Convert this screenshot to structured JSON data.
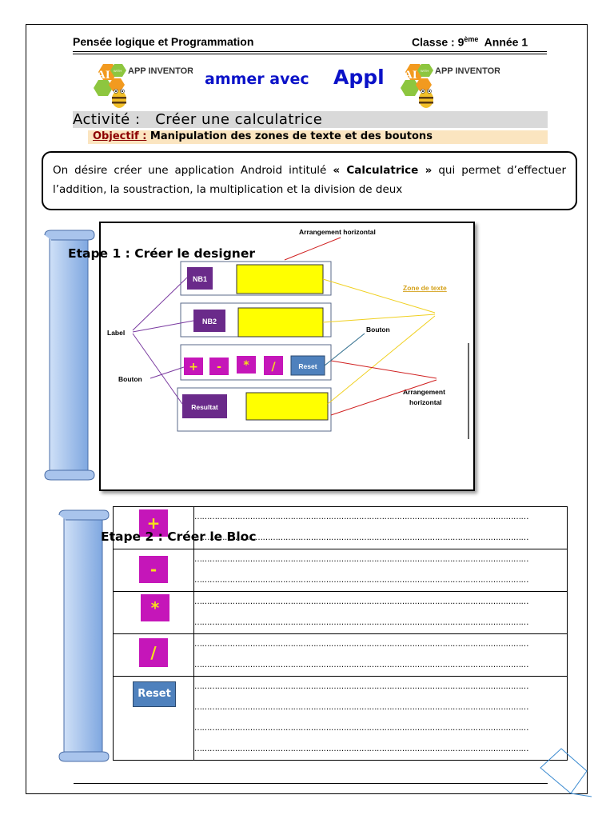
{
  "header": {
    "subject": "Pensée logique et Programmation",
    "class_prefix": "Classe : 9",
    "class_sup": "ème",
    "class_suffix": "Année  1"
  },
  "logo": {
    "ai_text": "AI",
    "with_text": "WITH",
    "brand_text": "APP INVENTOR"
  },
  "title": {
    "part1": "ammer avec",
    "part2": "Appl"
  },
  "activity": {
    "label": "Activité :",
    "name": "Créer une calculatrice"
  },
  "objective": {
    "label": "Objectif :",
    "text": "Manipulation des zones de texte et des boutons"
  },
  "description": "On désire créer une application Android intitulé « Calculatrice » qui permet d’effectuer l’addition, la soustraction, la multiplication et la division de deux",
  "description_parts": {
    "before": "On désire créer une application Android intitulé ",
    "bold": "« Calculatrice »",
    "after": " qui permet d’effectuer l’addition, la soustraction, la multiplication et la division de deux"
  },
  "step1": {
    "title": "Etape 1 : Créer le designer"
  },
  "designer": {
    "arrangement_top": "Arrangement horizontal",
    "zone_texte": "Zone de texte",
    "label": "Label",
    "bouton_left": "Bouton",
    "bouton_right": "Bouton",
    "arrangement_bottom_1": "Arrangement",
    "arrangement_bottom_2": "horizontal",
    "nb1": "NB1",
    "nb2": "NB2",
    "btn_plus": "+",
    "btn_minus": "-",
    "btn_mult": "*",
    "btn_div": "/",
    "btn_reset": "Reset",
    "resultat": "Resultat"
  },
  "step2": {
    "title": "Etape 2 : Créer le Bloc"
  },
  "blocks": {
    "ops": [
      "+",
      "-",
      "*",
      "/"
    ],
    "reset": "Reset",
    "dots": "……………………………………………………………………………………………………………………"
  },
  "colors": {
    "title_blue": "#0b12c8",
    "button_magenta": "#c516b9",
    "button_text_yellow": "#f5e21a",
    "reset_blue": "#4f81bd",
    "textbox_yellow": "#ffff00",
    "activity_gray": "#d9d9d9",
    "objective_peach": "#fbe5c0"
  }
}
